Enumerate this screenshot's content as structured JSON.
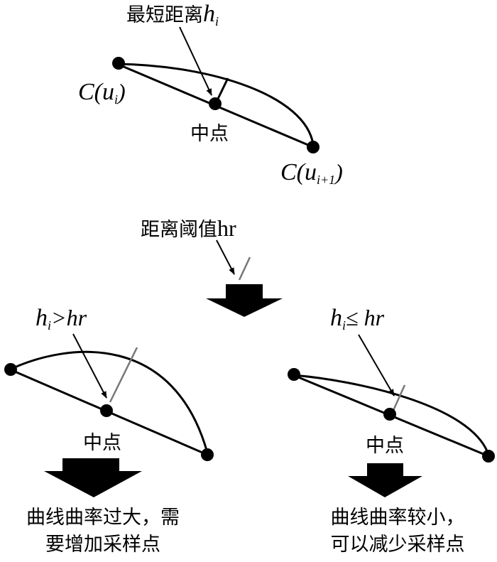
{
  "top": {
    "shortest_distance_label": "最短距离",
    "h": "h",
    "i": "i",
    "start_point_label": "C(u",
    "start_sub": "i",
    "end_point_label": "C(u",
    "end_sub": "i+1",
    "close_paren": ")",
    "midpoint_label": "中点"
  },
  "threshold": {
    "label": "距离阈值",
    "hr": "hr"
  },
  "left": {
    "condition_h": "h",
    "condition_sub": "i",
    "condition_rest": ">hr",
    "midpoint_label": "中点",
    "conclusion_line1": "曲线曲率过大，需",
    "conclusion_line2": "要增加采样点"
  },
  "right": {
    "condition_h": "h",
    "condition_sub": "i",
    "condition_rest": "≤ hr",
    "midpoint_label": "中点",
    "conclusion_line1": "曲线曲率较小，",
    "conclusion_line2": "可以减少采样点"
  }
}
